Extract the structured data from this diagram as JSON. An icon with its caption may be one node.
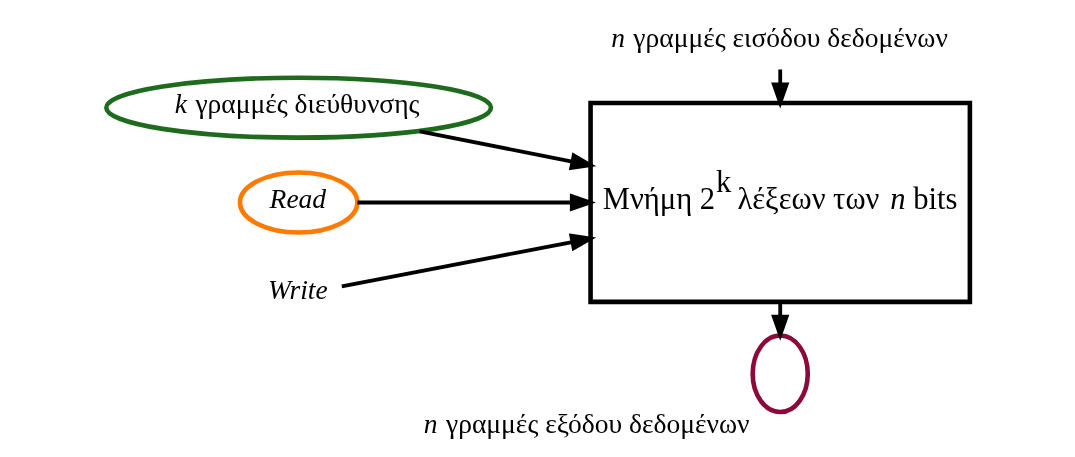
{
  "diagram": {
    "nodes": [
      {
        "text": [
          "Μνήμη 2$^{k}$ λέξεων των *n* bits"
        ]
      },
      {
        "text": [
          "*k* γραμμές διεύθυνσης"
        ]
      },
      {
        "text": [
          "*Read*"
        ]
      },
      {
        "text": [
          "*Write*"
        ]
      },
      {
        "text": [
          "*n* γραμμές εισόδου δεδομένων"
        ]
      },
      {
        "text": [],
        "shape": "ellipse",
        "beside": [
          "*n* γραμμές εξόδου δεδομένων"
        ]
      }
    ],
    "edges": [
      {
        "from": 1,
        "to": 0,
        "arrow": "to"
      },
      {
        "from": 2,
        "to": 0,
        "arrow": "to"
      },
      {
        "from": 3,
        "to": 0,
        "arrow": "to"
      },
      {
        "from": 4,
        "to": 0,
        "arrow": "to"
      },
      {
        "from": 0,
        "to": 5,
        "arrow": "to"
      }
    ]
  }
}
